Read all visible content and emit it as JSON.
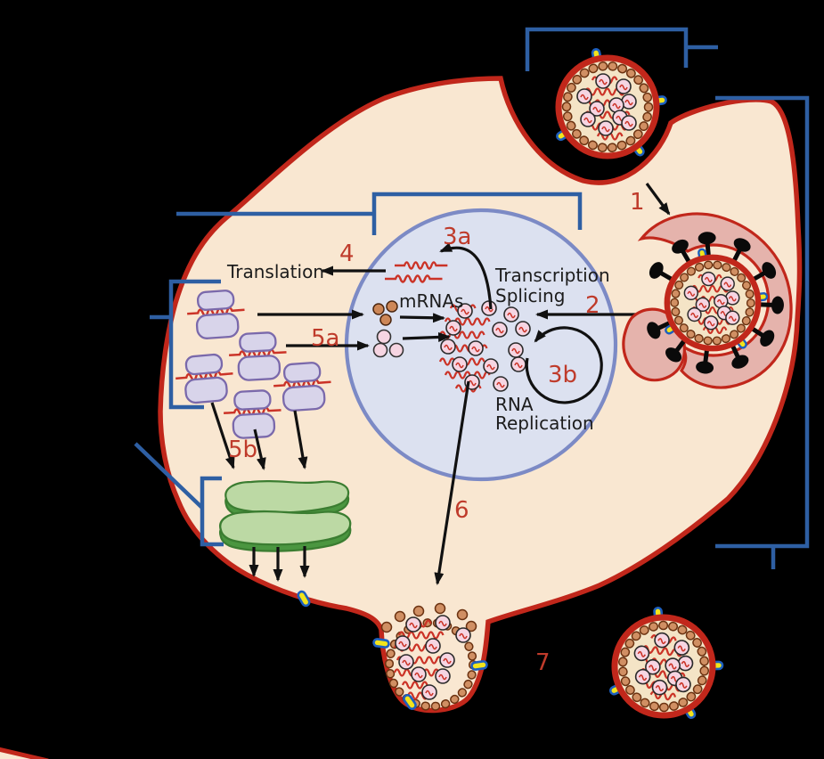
{
  "diagram": {
    "name": "influenza-virus-replication-cycle",
    "labels": {
      "translation": "Translation",
      "mrnas": "mRNAs",
      "transcription": "Transcription",
      "splicing": "Splicing",
      "rna_line1": "RNA",
      "rna_line2": "Replication"
    },
    "steps": {
      "s1": "1",
      "s2": "2",
      "s3a": "3a",
      "s3b": "3b",
      "s4": "4",
      "s5a": "5a",
      "s5b": "5b",
      "s6": "6",
      "s7": "7"
    },
    "colors": {
      "background": "#000000",
      "cell_fill": "#f9e7d1",
      "cell_membrane_red": "#c1271b",
      "nucleus_fill": "#dce1f0",
      "nucleus_border": "#7c8ac5",
      "bracket_blue": "#2e5fa3",
      "step_label_red": "#bf3b2b",
      "rna_red": "#cb3327",
      "ribosome_purple_fill": "#d8d4ea",
      "ribosome_purple_border": "#7a69ab",
      "golgi_green_light": "#bcd9a4",
      "golgi_green_dark": "#4b9640",
      "spike_yellow": "#f2e41c",
      "spike_blue_border": "#1d5fbf",
      "endosome_pink": "#e5b3ac",
      "virion_interior": "#f4e4c6",
      "matrix_bead_brown": "#d08f63",
      "np_pink": "#f6d5e2"
    }
  }
}
